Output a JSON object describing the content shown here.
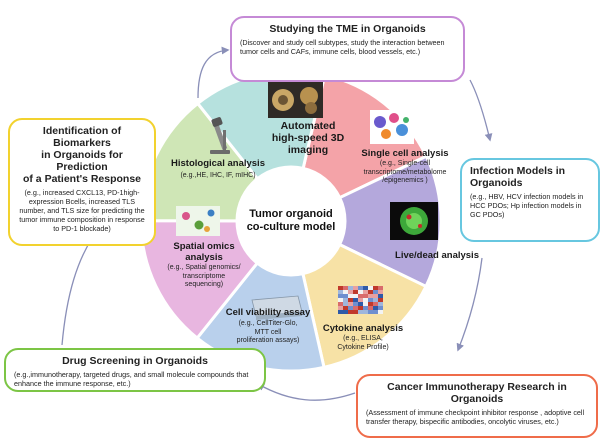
{
  "center": {
    "line1": "Tumor organoid",
    "line2": "co-culture model"
  },
  "segments": [
    {
      "id": "automated",
      "title_lines": [
        "Automated",
        "high-speed 3D",
        "imaging"
      ],
      "desc_lines": [],
      "color": "#f4a3a8"
    },
    {
      "id": "single-cell",
      "title_lines": [
        "Single cell analysis"
      ],
      "desc_lines": [
        "(e.g., Single-cell",
        "transcriptome/metabolome",
        "/epigenemics )"
      ],
      "color": "#b4a8dc"
    },
    {
      "id": "live-dead",
      "title_lines": [
        "Live/dead analysis"
      ],
      "desc_lines": [],
      "color": "#f7e2a6"
    },
    {
      "id": "cytokine",
      "title_lines": [
        "Cytokine analysis"
      ],
      "desc_lines": [
        "(e.g., ELISA,",
        "Cytokine Profile)"
      ],
      "color": "#b9d0ec"
    },
    {
      "id": "cell-viability",
      "title_lines": [
        "Cell viability assay"
      ],
      "desc_lines": [
        "(e.g., CellTiter-Glo,",
        "MTT cell",
        "proliferation assays)"
      ],
      "color": "#e8b6e0"
    },
    {
      "id": "spatial-omics",
      "title_lines": [
        "Spatial omics",
        "analysis"
      ],
      "desc_lines": [
        "(e.g., Spatial genomics/",
        "transcriptome",
        "sequencing)"
      ],
      "color": "#cfe6b6"
    },
    {
      "id": "histological",
      "title_lines": [
        "Histological analysis"
      ],
      "desc_lines": [
        "(e.g.,HE, IHC, IF, mIHC)"
      ],
      "color": "#b6e1de"
    }
  ],
  "boxes": {
    "tme": {
      "title": "Studying the TME in Organoids",
      "desc": "(Discover and study cell subtypes, study the interaction between tumor cells and CAFs, immune cells, blood vessels, etc.)",
      "color": "#c58ad6"
    },
    "infection": {
      "title_lines": [
        "Infection Models in",
        "Organoids"
      ],
      "desc": "(e.g., HBV, HCV infection models in HCC PDOs;  Hp infection models in GC PDOs)",
      "color": "#67c7e0"
    },
    "biomarkers": {
      "title_lines": [
        "Identification of Biomarkers",
        "in Organoids for Prediction",
        "of a Patient's Response"
      ],
      "desc": "(e.g., increased CXCL13, PD-1high-expression Bcells, increased TLS number, and TLS size for predicting the tumor immune composition in response to PD-1 blockade)",
      "color": "#f2d22e"
    },
    "drug": {
      "title": "Drug Screening in Organoids",
      "desc": "(e.g.,immunotherapy, targeted drugs, and small molecule compounds that enhance the immune response, etc.)",
      "color": "#7cc545"
    },
    "immuno": {
      "title": "Cancer Immunotherapy Research in Organoids",
      "desc": "(Assessment of immune checkpoint inhibitor response , adoptive cell transfer therapy, bispecific antibodies, oncolytic viruses, etc.)",
      "color": "#ef6c4a"
    }
  },
  "arrow_color": "#8a8fb8"
}
